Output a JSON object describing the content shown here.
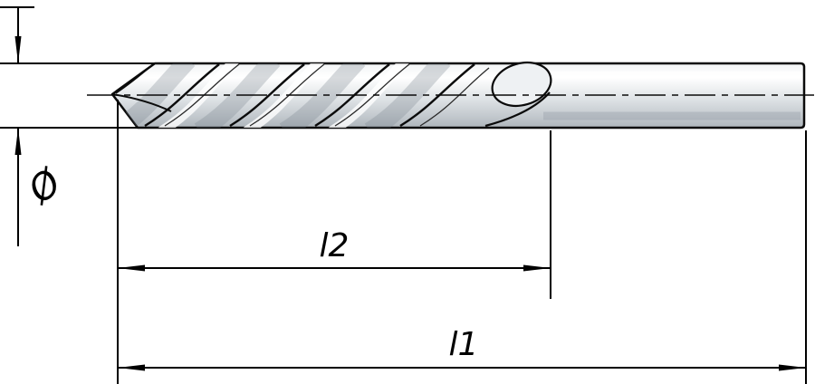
{
  "labels": {
    "diameter": "Ø",
    "flute_length": "l2",
    "total_length": "l1"
  },
  "colors": {
    "line": "#000000",
    "background": "#ffffff",
    "metal_light": "#ffffff",
    "metal_mid": "#dfe3e6",
    "metal_dark": "#aeb5bb"
  }
}
